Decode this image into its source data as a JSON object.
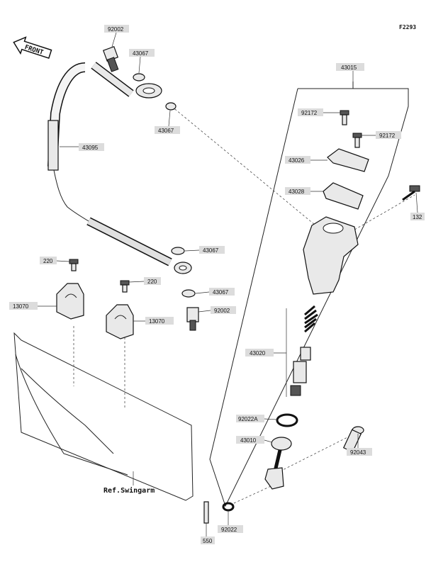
{
  "figure_code": "F2293",
  "front_label": "FRONT",
  "ref_label": "Ref.Swingarm",
  "parts": {
    "p92002_top": "92002",
    "p43067_top": "43067",
    "p43067_a": "43067",
    "p43095": "43095",
    "p43015": "43015",
    "p92172_a": "92172",
    "p92172_b": "92172",
    "p43026": "43026",
    "p43028": "43028",
    "p132": "132",
    "p43067_b": "43067",
    "p220_a": "220",
    "p220_b": "220",
    "p43067_c": "43067",
    "p13070_a": "13070",
    "p13070_b": "13070",
    "p92002_b": "92002",
    "p43020": "43020",
    "p92022a": "92022A",
    "p43010": "43010",
    "p92043": "92043",
    "p550": "550",
    "p92022": "92022"
  }
}
